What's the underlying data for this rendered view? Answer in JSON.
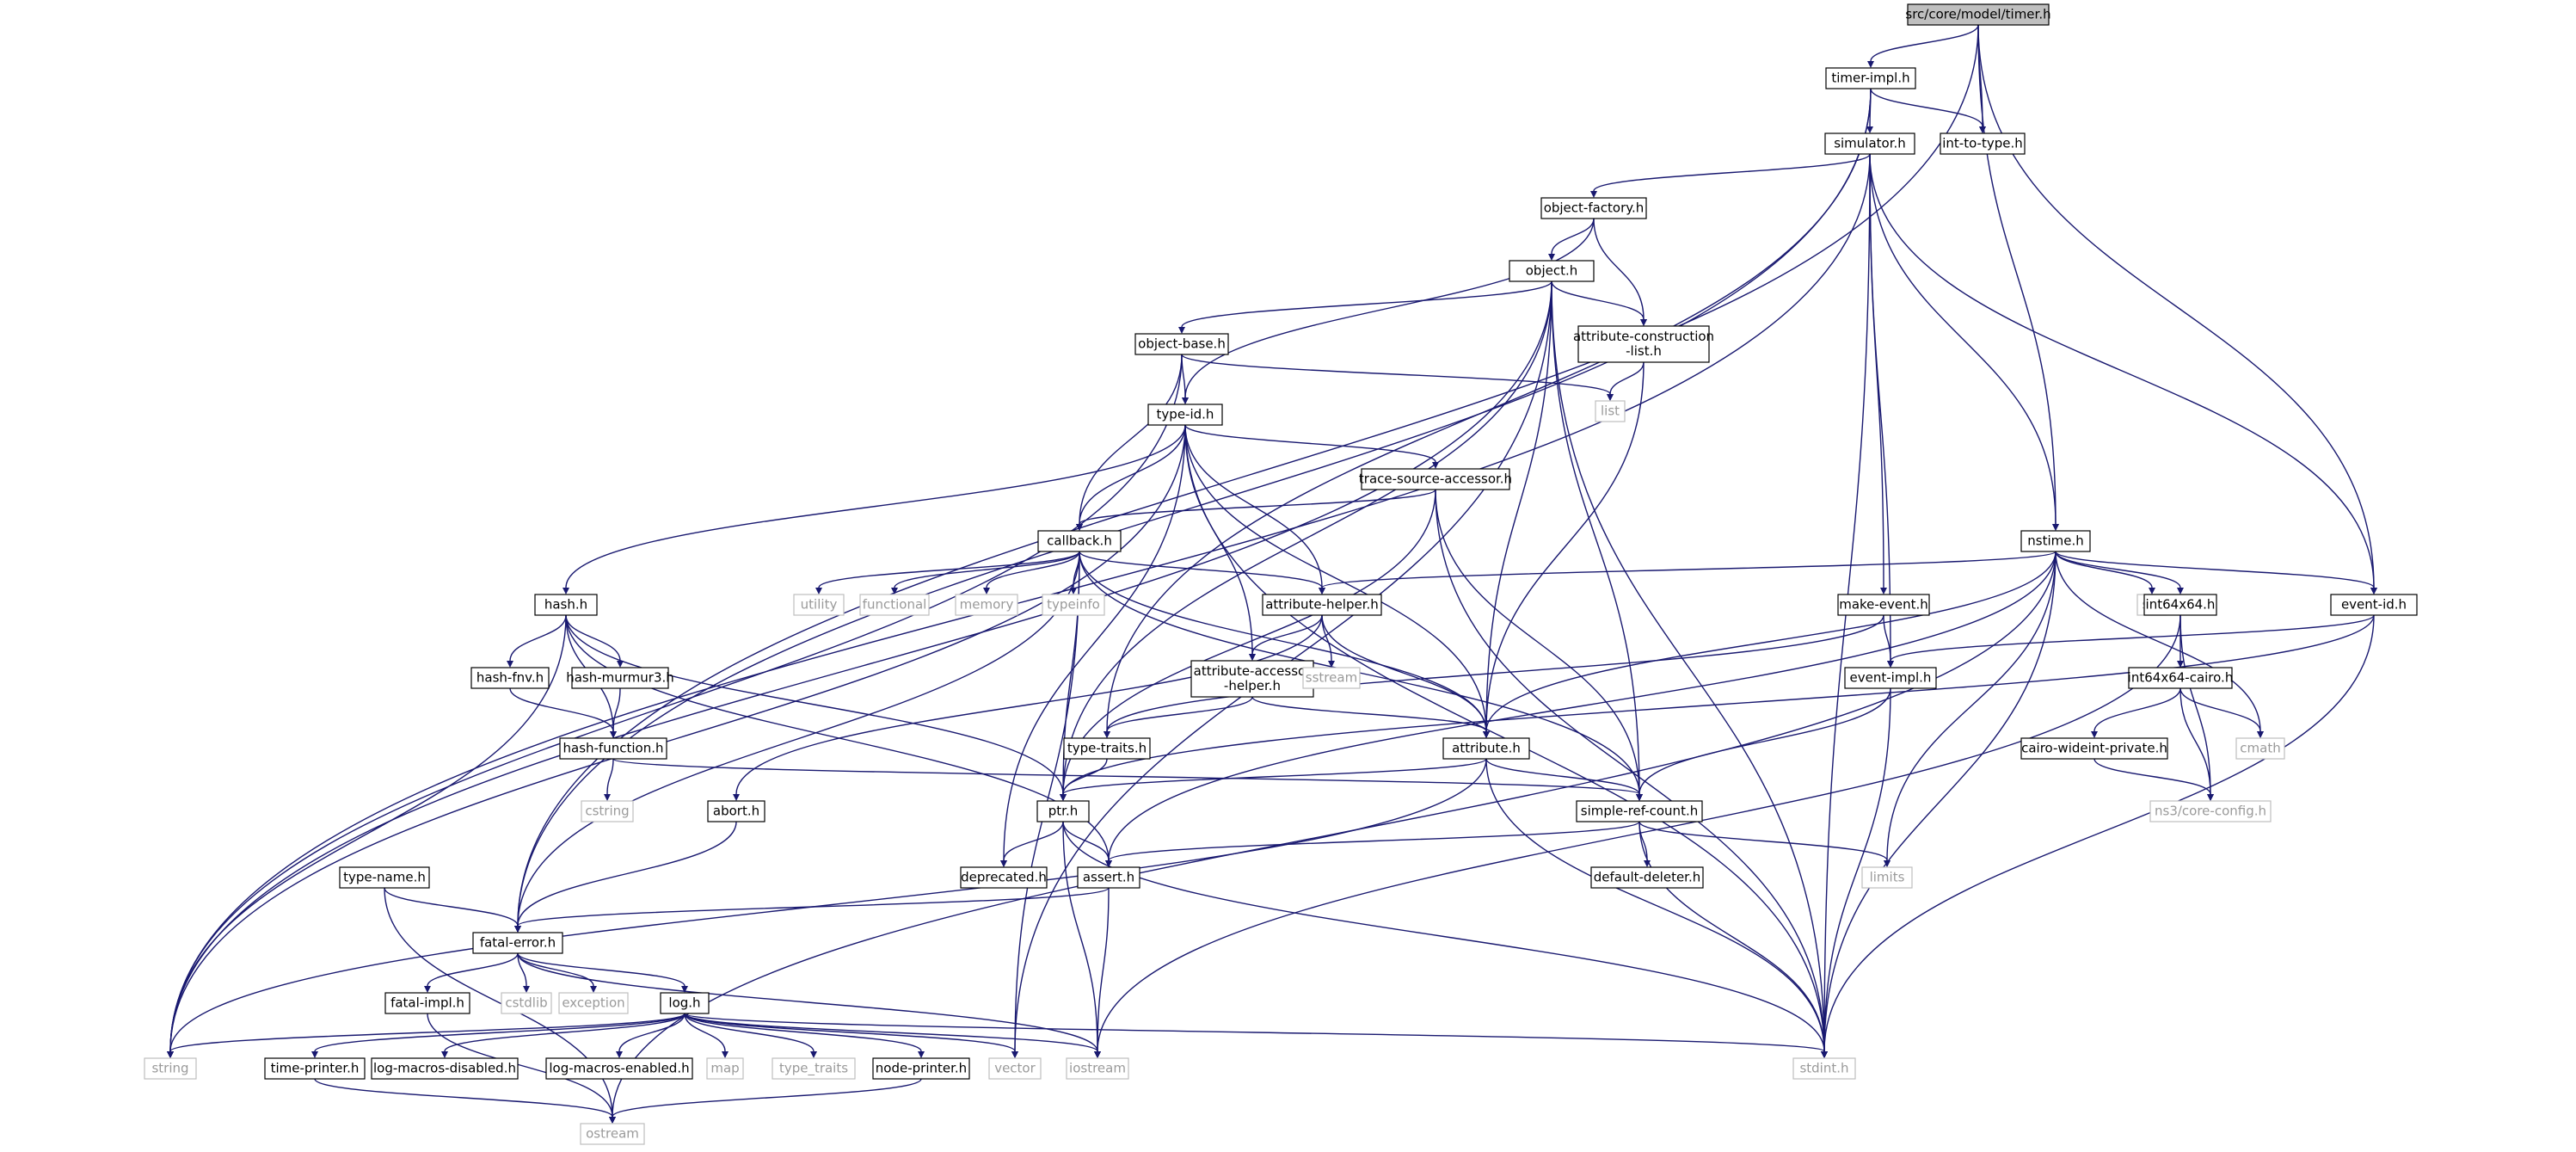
{
  "colors": {
    "edge": "#191970",
    "root_fill": "#bfbfbf",
    "node_border": "#000000",
    "ext_border": "#bfbfbf",
    "ext_text": "#9a9a9a"
  },
  "root": "timer",
  "nodes": {
    "timer": {
      "label": "src/core/model/timer.h",
      "kind": "root"
    },
    "timer_impl": {
      "label": "timer-impl.h",
      "kind": "int"
    },
    "int_to_type": {
      "label": "int-to-type.h",
      "kind": "int"
    },
    "simulator": {
      "label": "simulator.h",
      "kind": "int"
    },
    "object_factory": {
      "label": "object-factory.h",
      "kind": "int"
    },
    "object": {
      "label": "object.h",
      "kind": "int"
    },
    "object_base": {
      "label": "object-base.h",
      "kind": "int"
    },
    "attr_constr": {
      "label": "attribute-construction\n-list.h",
      "kind": "int"
    },
    "list": {
      "label": "list",
      "kind": "ext"
    },
    "type_id": {
      "label": "type-id.h",
      "kind": "int"
    },
    "trace_source": {
      "label": "trace-source-accessor.h",
      "kind": "int"
    },
    "callback": {
      "label": "callback.h",
      "kind": "int"
    },
    "nstime": {
      "label": "nstime.h",
      "kind": "int"
    },
    "set": {
      "label": "set",
      "kind": "ext"
    },
    "int64x64": {
      "label": "int64x64.h",
      "kind": "int"
    },
    "event_id": {
      "label": "event-id.h",
      "kind": "int"
    },
    "utility": {
      "label": "utility",
      "kind": "ext"
    },
    "functional": {
      "label": "functional",
      "kind": "ext"
    },
    "memory": {
      "label": "memory",
      "kind": "ext"
    },
    "typeinfo": {
      "label": "typeinfo",
      "kind": "ext"
    },
    "hash": {
      "label": "hash.h",
      "kind": "int"
    },
    "attr_helper": {
      "label": "attribute-helper.h",
      "kind": "int"
    },
    "make_event": {
      "label": "make-event.h",
      "kind": "int"
    },
    "hash_fnv": {
      "label": "hash-fnv.h",
      "kind": "int"
    },
    "hash_murmur": {
      "label": "hash-murmur3.h",
      "kind": "int"
    },
    "attr_acc": {
      "label": "attribute-accessor\n-helper.h",
      "kind": "int"
    },
    "sstream": {
      "label": "sstream",
      "kind": "ext"
    },
    "event_impl": {
      "label": "event-impl.h",
      "kind": "int"
    },
    "int64_cairo": {
      "label": "int64x64-cairo.h",
      "kind": "int"
    },
    "hash_function": {
      "label": "hash-function.h",
      "kind": "int"
    },
    "type_traits_h": {
      "label": "type-traits.h",
      "kind": "int"
    },
    "attribute": {
      "label": "attribute.h",
      "kind": "int"
    },
    "cairo_wide": {
      "label": "cairo-wideint-private.h",
      "kind": "int"
    },
    "cmath": {
      "label": "cmath",
      "kind": "ext"
    },
    "cstring": {
      "label": "cstring",
      "kind": "ext"
    },
    "abort": {
      "label": "abort.h",
      "kind": "int"
    },
    "ptr": {
      "label": "ptr.h",
      "kind": "int"
    },
    "simple_ref": {
      "label": "simple-ref-count.h",
      "kind": "int"
    },
    "ns3_config": {
      "label": "ns3/core-config.h",
      "kind": "ext"
    },
    "type_name": {
      "label": "type-name.h",
      "kind": "int"
    },
    "deprecated": {
      "label": "deprecated.h",
      "kind": "int"
    },
    "assert": {
      "label": "assert.h",
      "kind": "int"
    },
    "default_deleter": {
      "label": "default-deleter.h",
      "kind": "int"
    },
    "limits": {
      "label": "limits",
      "kind": "ext"
    },
    "fatal_error": {
      "label": "fatal-error.h",
      "kind": "int"
    },
    "fatal_impl": {
      "label": "fatal-impl.h",
      "kind": "int"
    },
    "cstdlib": {
      "label": "cstdlib",
      "kind": "ext"
    },
    "exception": {
      "label": "exception",
      "kind": "ext"
    },
    "log": {
      "label": "log.h",
      "kind": "int"
    },
    "string": {
      "label": "string",
      "kind": "ext"
    },
    "time_printer": {
      "label": "time-printer.h",
      "kind": "int"
    },
    "log_dis": {
      "label": "log-macros-disabled.h",
      "kind": "int"
    },
    "log_en": {
      "label": "log-macros-enabled.h",
      "kind": "int"
    },
    "map": {
      "label": "map",
      "kind": "ext"
    },
    "type_traits": {
      "label": "type_traits",
      "kind": "ext"
    },
    "node_printer": {
      "label": "node-printer.h",
      "kind": "int"
    },
    "vector": {
      "label": "vector",
      "kind": "ext"
    },
    "iostream": {
      "label": "iostream",
      "kind": "ext"
    },
    "stdint": {
      "label": "stdint.h",
      "kind": "ext"
    },
    "ostream": {
      "label": "ostream",
      "kind": "ext"
    }
  },
  "edges": [
    [
      "timer",
      "timer_impl"
    ],
    [
      "timer",
      "int_to_type"
    ],
    [
      "timer",
      "nstime"
    ],
    [
      "timer",
      "event_id"
    ],
    [
      "timer",
      "fatal_error"
    ],
    [
      "timer_impl",
      "simulator"
    ],
    [
      "timer_impl",
      "int_to_type"
    ],
    [
      "timer_impl",
      "type_traits_h"
    ],
    [
      "timer_impl",
      "fatal_error"
    ],
    [
      "simulator",
      "object_factory"
    ],
    [
      "simulator",
      "event_id"
    ],
    [
      "simulator",
      "event_impl"
    ],
    [
      "simulator",
      "make_event"
    ],
    [
      "simulator",
      "nstime"
    ],
    [
      "simulator",
      "string"
    ],
    [
      "simulator",
      "stdint"
    ],
    [
      "object_factory",
      "object"
    ],
    [
      "object_factory",
      "attr_constr"
    ],
    [
      "object_factory",
      "type_id"
    ],
    [
      "object",
      "object_base"
    ],
    [
      "object",
      "attr_constr"
    ],
    [
      "object",
      "attribute"
    ],
    [
      "object",
      "ptr"
    ],
    [
      "object",
      "simple_ref"
    ],
    [
      "object",
      "string"
    ],
    [
      "object",
      "vector"
    ],
    [
      "object",
      "stdint"
    ],
    [
      "object_base",
      "type_id"
    ],
    [
      "object_base",
      "callback"
    ],
    [
      "object_base",
      "list"
    ],
    [
      "object_base",
      "string"
    ],
    [
      "attr_constr",
      "list"
    ],
    [
      "attr_constr",
      "attribute"
    ],
    [
      "type_id",
      "trace_source"
    ],
    [
      "type_id",
      "callback"
    ],
    [
      "type_id",
      "attr_helper"
    ],
    [
      "type_id",
      "attr_acc"
    ],
    [
      "type_id",
      "attribute"
    ],
    [
      "type_id",
      "hash"
    ],
    [
      "type_id",
      "deprecated"
    ],
    [
      "type_id",
      "string"
    ],
    [
      "type_id",
      "stdint"
    ],
    [
      "trace_source",
      "callback"
    ],
    [
      "trace_source",
      "ptr"
    ],
    [
      "trace_source",
      "simple_ref"
    ],
    [
      "trace_source",
      "stdint"
    ],
    [
      "callback",
      "utility"
    ],
    [
      "callback",
      "functional"
    ],
    [
      "callback",
      "memory"
    ],
    [
      "callback",
      "typeinfo"
    ],
    [
      "callback",
      "attr_helper"
    ],
    [
      "callback",
      "attribute"
    ],
    [
      "callback",
      "ptr"
    ],
    [
      "callback",
      "simple_ref"
    ],
    [
      "callback",
      "fatal_error"
    ],
    [
      "callback",
      "vector"
    ],
    [
      "nstime",
      "set"
    ],
    [
      "nstime",
      "int64x64"
    ],
    [
      "nstime",
      "event_id"
    ],
    [
      "nstime",
      "attr_helper"
    ],
    [
      "nstime",
      "attribute"
    ],
    [
      "nstime",
      "assert"
    ],
    [
      "nstime",
      "cmath"
    ],
    [
      "nstime",
      "limits"
    ],
    [
      "nstime",
      "stdint"
    ],
    [
      "nstime",
      "ostream"
    ],
    [
      "int64x64",
      "int64_cairo"
    ],
    [
      "int64x64",
      "ns3_config"
    ],
    [
      "int64x64",
      "iostream"
    ],
    [
      "event_id",
      "event_impl"
    ],
    [
      "event_id",
      "ptr"
    ],
    [
      "event_id",
      "stdint"
    ],
    [
      "hash",
      "hash_fnv"
    ],
    [
      "hash",
      "hash_murmur"
    ],
    [
      "hash",
      "hash_function"
    ],
    [
      "hash",
      "ptr"
    ],
    [
      "hash",
      "assert"
    ],
    [
      "hash",
      "string"
    ],
    [
      "attr_helper",
      "attr_acc"
    ],
    [
      "attr_helper",
      "sstream"
    ],
    [
      "attr_helper",
      "attribute"
    ],
    [
      "attr_helper",
      "abort"
    ],
    [
      "make_event",
      "event_impl"
    ],
    [
      "make_event",
      "type_traits_h"
    ],
    [
      "hash_fnv",
      "hash_function"
    ],
    [
      "hash_murmur",
      "hash_function"
    ],
    [
      "attr_acc",
      "type_traits_h"
    ],
    [
      "attr_acc",
      "attribute"
    ],
    [
      "event_impl",
      "simple_ref"
    ],
    [
      "event_impl",
      "stdint"
    ],
    [
      "int64_cairo",
      "cairo_wide"
    ],
    [
      "int64_cairo",
      "cmath"
    ],
    [
      "int64_cairo",
      "ns3_config"
    ],
    [
      "hash_function",
      "cstring"
    ],
    [
      "hash_function",
      "simple_ref"
    ],
    [
      "type_traits_h",
      "ptr"
    ],
    [
      "attribute",
      "ptr"
    ],
    [
      "attribute",
      "simple_ref"
    ],
    [
      "attribute",
      "string"
    ],
    [
      "attribute",
      "stdint"
    ],
    [
      "cairo_wide",
      "ns3_config"
    ],
    [
      "abort",
      "fatal_error"
    ],
    [
      "ptr",
      "deprecated"
    ],
    [
      "ptr",
      "assert"
    ],
    [
      "ptr",
      "iostream"
    ],
    [
      "ptr",
      "stdint"
    ],
    [
      "simple_ref",
      "default_deleter"
    ],
    [
      "simple_ref",
      "assert"
    ],
    [
      "simple_ref",
      "limits"
    ],
    [
      "simple_ref",
      "stdint"
    ],
    [
      "type_name",
      "fatal_error"
    ],
    [
      "type_name",
      "ostream"
    ],
    [
      "assert",
      "fatal_error"
    ],
    [
      "assert",
      "iostream"
    ],
    [
      "fatal_error",
      "fatal_impl"
    ],
    [
      "fatal_error",
      "cstdlib"
    ],
    [
      "fatal_error",
      "exception"
    ],
    [
      "fatal_error",
      "log"
    ],
    [
      "fatal_error",
      "iostream"
    ],
    [
      "log",
      "string"
    ],
    [
      "log",
      "time_printer"
    ],
    [
      "log",
      "log_dis"
    ],
    [
      "log",
      "log_en"
    ],
    [
      "log",
      "map"
    ],
    [
      "log",
      "type_traits"
    ],
    [
      "log",
      "node_printer"
    ],
    [
      "log",
      "vector"
    ],
    [
      "log",
      "iostream"
    ],
    [
      "log",
      "stdint"
    ],
    [
      "time_printer",
      "ostream"
    ],
    [
      "node_printer",
      "ostream"
    ],
    [
      "fatal_impl",
      "ostream"
    ]
  ]
}
